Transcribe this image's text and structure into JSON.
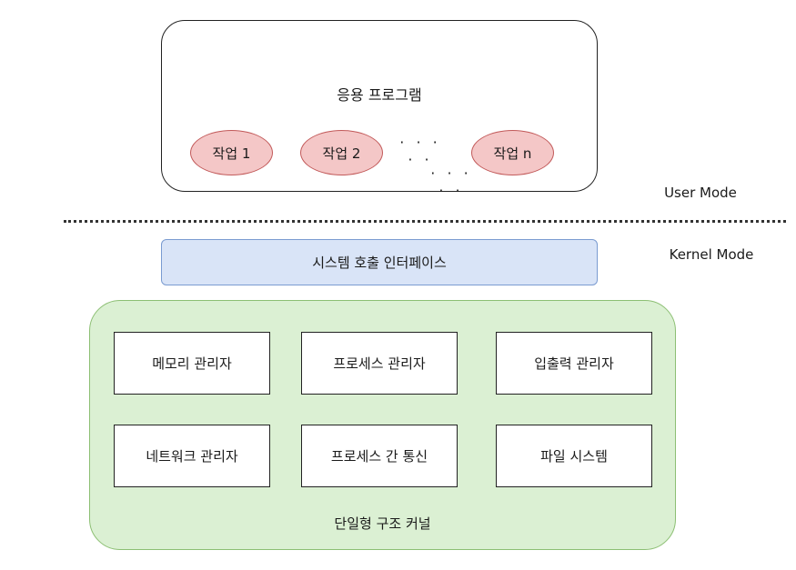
{
  "user_space": {
    "title": "응용 프로그램",
    "tasks": [
      "작업 1",
      "작업 2",
      "작업 n"
    ],
    "dots_row": "· · · · ·",
    "dots_below": "· · · · ·"
  },
  "modes": {
    "user": "User Mode",
    "kernel": "Kernel Mode"
  },
  "syscall": {
    "label": "시스템 호출 인터페이스"
  },
  "kernel": {
    "title": "단일형 구조 커널",
    "modules": [
      "메모리 관리자",
      "프로세스 관리자",
      "입출력 관리자",
      "네트워크 관리자",
      "프로세스 간 통신",
      "파일 시스템"
    ]
  },
  "colors": {
    "task_fill": "#f4c7c7",
    "task_stroke": "#c25a5a",
    "syscall_fill": "#d9e4f7",
    "syscall_stroke": "#7a9bd1",
    "kernel_fill": "#dbf0d3",
    "kernel_stroke": "#8cbf73"
  }
}
